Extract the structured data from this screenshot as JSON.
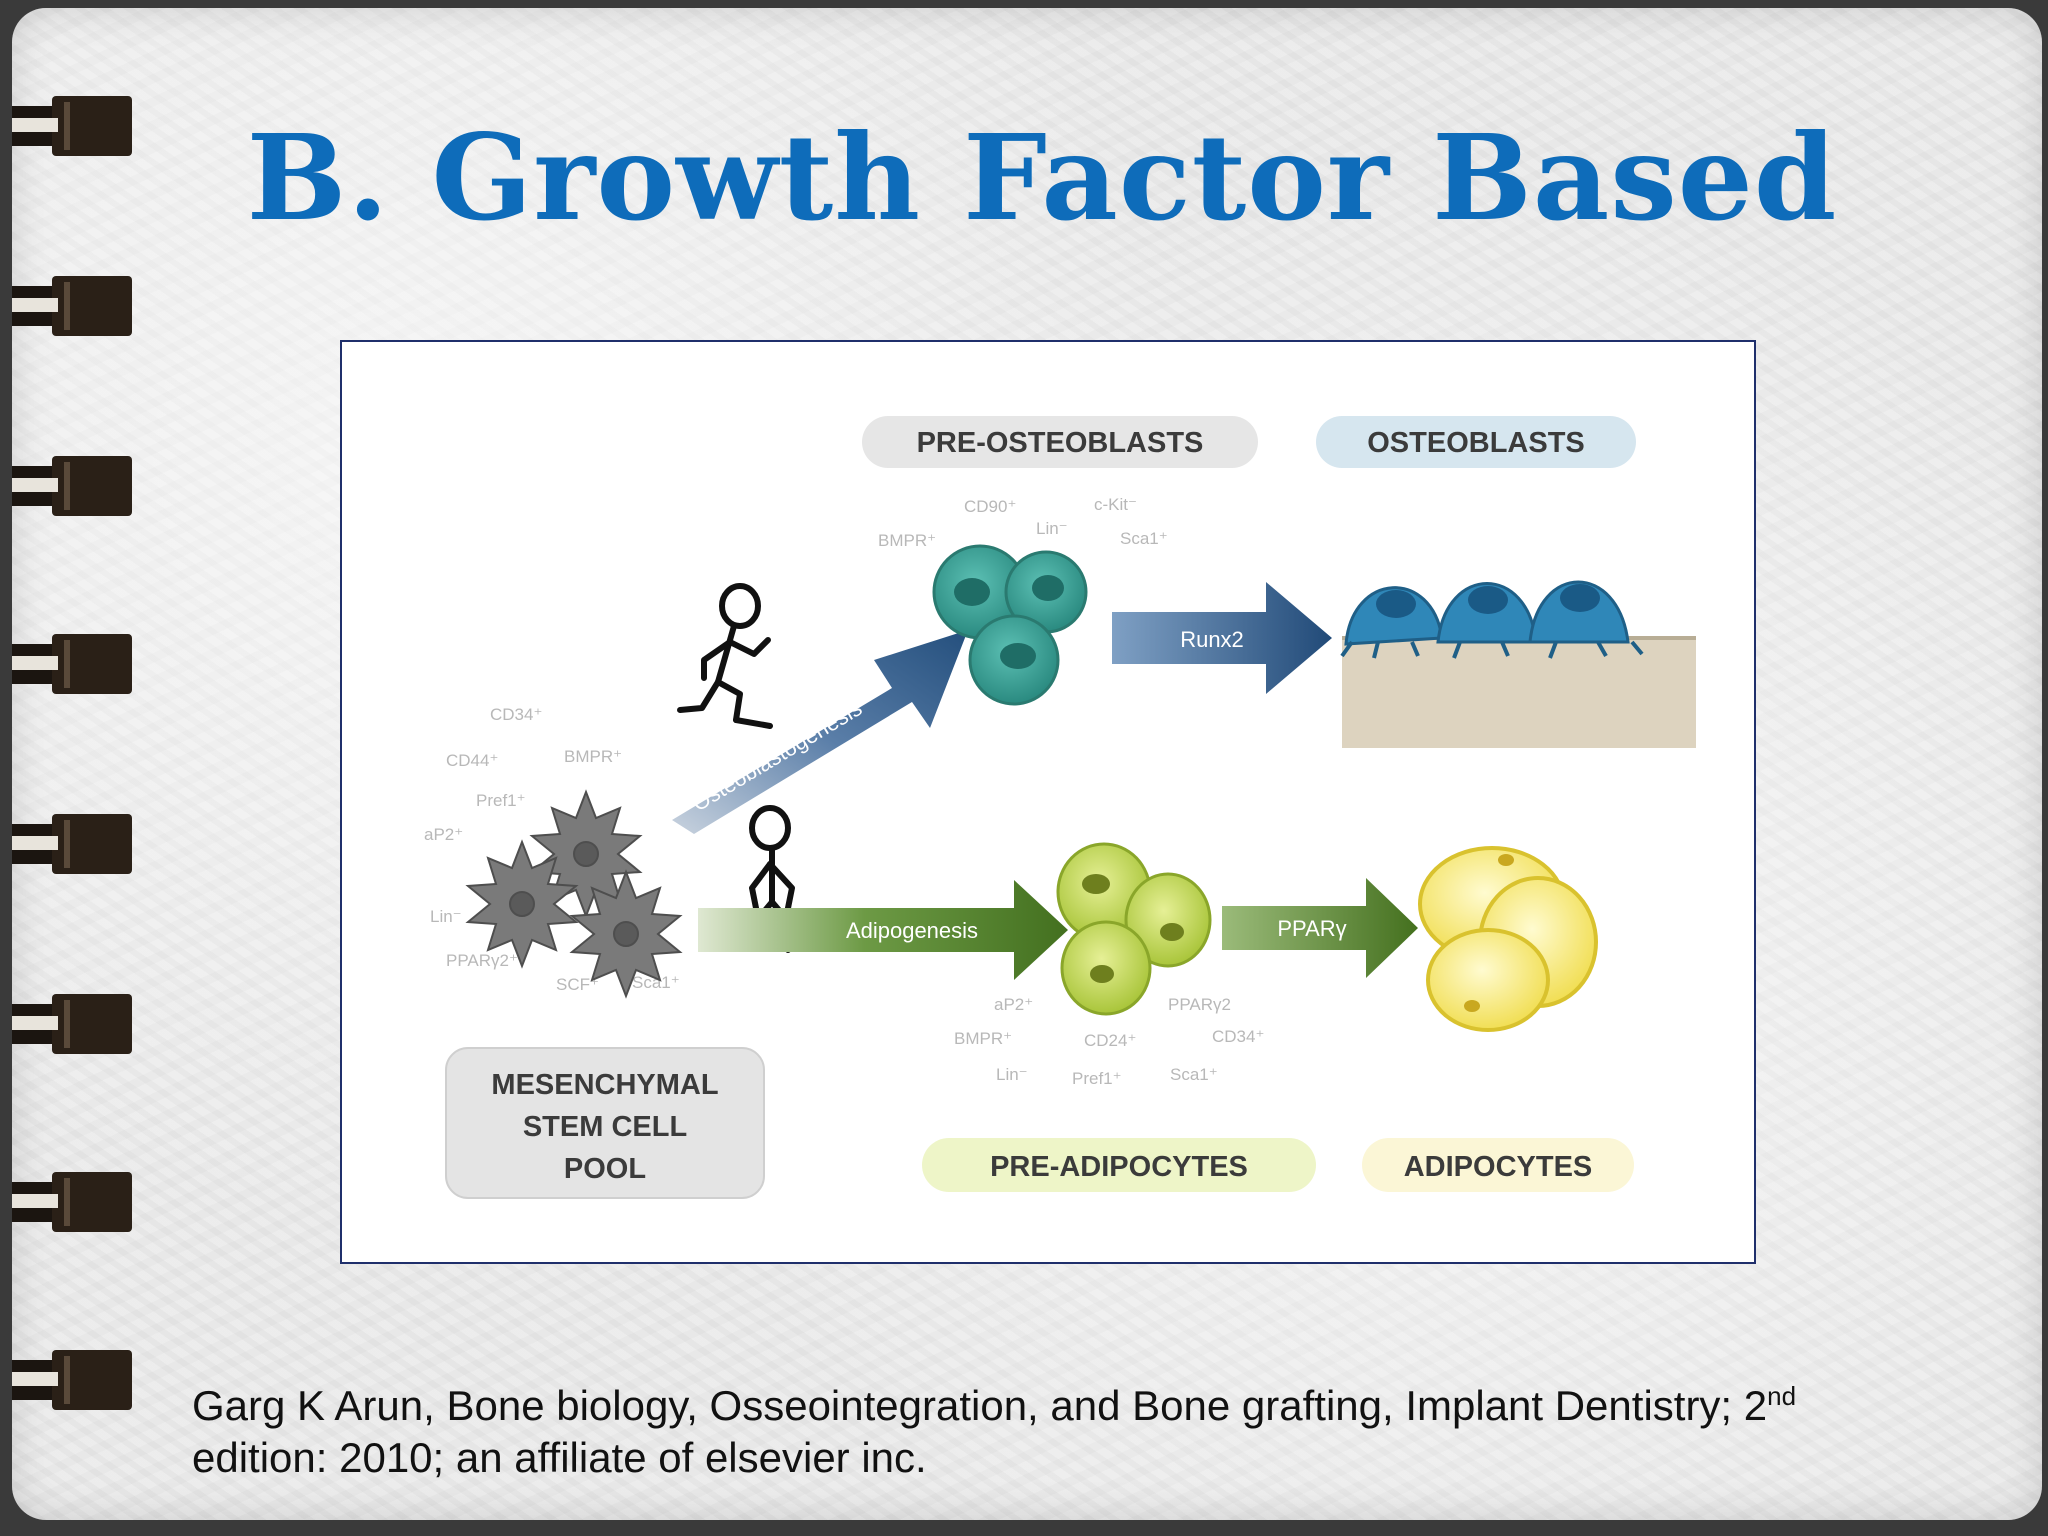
{
  "slide": {
    "title": "B. Growth Factor Based",
    "citation_main": "Garg K Arun, Bone biology, Osseointegration, and Bone grafting, Implant Dentistry; 2",
    "citation_sup": "nd",
    "citation_line2": "edition: 2010; an affiliate of elsevier inc."
  },
  "diagram": {
    "labels": {
      "pre_osteoblasts": "PRE-OSTEOBLASTS",
      "osteoblasts": "OSTEOBLASTS",
      "pre_adipocytes": "PRE-ADIPOCYTES",
      "adipocytes": "ADIPOCYTES",
      "msc_line1": "MESENCHYMAL",
      "msc_line2": "STEM CELL",
      "msc_line3": "POOL"
    },
    "arrows": {
      "osteoblastogenesis": "Osteoblastogenesis",
      "runx2": "Runx2",
      "adipogenesis": "Adipogenesis",
      "ppar": "PPARγ"
    },
    "markers": {
      "preosteo_cd90": "CD90⁺",
      "preosteo_ckit": "c-Kit⁻",
      "preosteo_lin": "Lin⁻",
      "preosteo_bmpr": "BMPR⁺",
      "preosteo_sca1": "Sca1⁺",
      "msc_cd34": "CD34⁺",
      "msc_cd44": "CD44⁺",
      "msc_bmpr": "BMPR⁺",
      "msc_pref1": "Pref1⁺",
      "msc_ap2": "aP2⁺",
      "msc_lin": "Lin⁻",
      "msc_ppar": "PPARγ2⁺",
      "msc_scf": "SCF⁺",
      "msc_sca1": "Sca1⁺",
      "preadipo_ap2": "aP2⁺",
      "preadipo_ppar": "PPARγ2",
      "preadipo_bmpr": "BMPR⁺",
      "preadipo_cd24": "CD24⁺",
      "preadipo_cd34": "CD34⁺",
      "preadipo_lin": "Lin⁻",
      "preadipo_pref1": "Pref1⁺",
      "preadipo_sca1": "Sca1⁺"
    },
    "colors": {
      "title_blue": "#0e6cba",
      "osteo_arrow": "#2e5a8a",
      "adipo_arrow": "#4e7d2a",
      "preosteo_cell": "#3a9e94",
      "osteo_cell": "#2f87b8",
      "preadipo_cell": "#c9dc5a",
      "adipo_cell": "#f2e46a"
    }
  }
}
